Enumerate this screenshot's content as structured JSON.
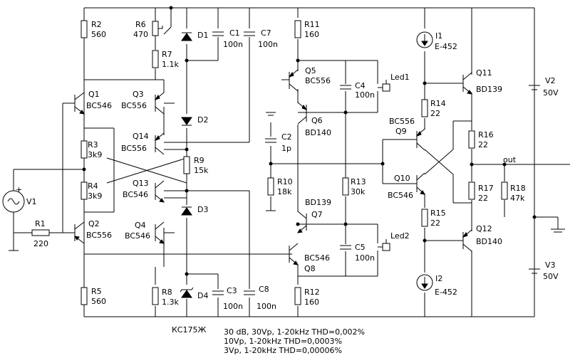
{
  "components": [
    {
      "id": "R1",
      "value": "220"
    },
    {
      "id": "R2",
      "value": "560"
    },
    {
      "id": "R3",
      "value": "3k9"
    },
    {
      "id": "R4",
      "value": "3k9"
    },
    {
      "id": "R5",
      "value": "560"
    },
    {
      "id": "R6",
      "value": "470"
    },
    {
      "id": "R7",
      "value": "1.1k"
    },
    {
      "id": "R8",
      "value": "1.3k"
    },
    {
      "id": "R9",
      "value": "15k"
    },
    {
      "id": "R10",
      "value": "18k"
    },
    {
      "id": "R11",
      "value": "160"
    },
    {
      "id": "R12",
      "value": "160"
    },
    {
      "id": "R13",
      "value": "30k"
    },
    {
      "id": "R14",
      "value": "22"
    },
    {
      "id": "R15",
      "value": "22"
    },
    {
      "id": "R16",
      "value": "22"
    },
    {
      "id": "R17",
      "value": "22"
    },
    {
      "id": "R18",
      "value": "47k"
    },
    {
      "id": "C1",
      "value": "100n"
    },
    {
      "id": "C2",
      "value": "1p"
    },
    {
      "id": "C3",
      "value": "100n"
    },
    {
      "id": "C4",
      "value": "100n"
    },
    {
      "id": "C5",
      "value": "100n"
    },
    {
      "id": "C7",
      "value": "100n"
    },
    {
      "id": "C8",
      "value": "100n"
    },
    {
      "id": "Q1",
      "value": "BC546"
    },
    {
      "id": "Q2",
      "value": "BC556"
    },
    {
      "id": "Q3",
      "value": "BC556"
    },
    {
      "id": "Q4",
      "value": "BC546"
    },
    {
      "id": "Q5",
      "value": "BC556"
    },
    {
      "id": "Q6",
      "value": "BD140"
    },
    {
      "id": "Q7",
      "value": "BD139"
    },
    {
      "id": "Q8",
      "value": "BC546"
    },
    {
      "id": "Q9",
      "value": "BC556"
    },
    {
      "id": "Q10",
      "value": "BC546"
    },
    {
      "id": "Q11",
      "value": "BD139"
    },
    {
      "id": "Q12",
      "value": "BD140"
    },
    {
      "id": "Q13",
      "value": "BC546"
    },
    {
      "id": "Q14",
      "value": "BC556"
    },
    {
      "id": "I1",
      "value": "E-452"
    },
    {
      "id": "I2",
      "value": "E-452"
    },
    {
      "id": "V2",
      "value": "50V"
    },
    {
      "id": "V3",
      "value": "50V"
    }
  ],
  "labels": {
    "V1": "V1",
    "D1": "D1",
    "D2": "D2",
    "D3": "D3",
    "D4": "D4",
    "Led1": "Led1",
    "Led2": "Led2",
    "out": "out",
    "zener": "КС175Ж"
  },
  "specs": [
    "30 dB, 30Vp, 1-20kHz THD=0,002%",
    "10Vp, 1-20kHz THD=0,0003%",
    "3Vp, 1-20kHz THD=0,00006%"
  ]
}
